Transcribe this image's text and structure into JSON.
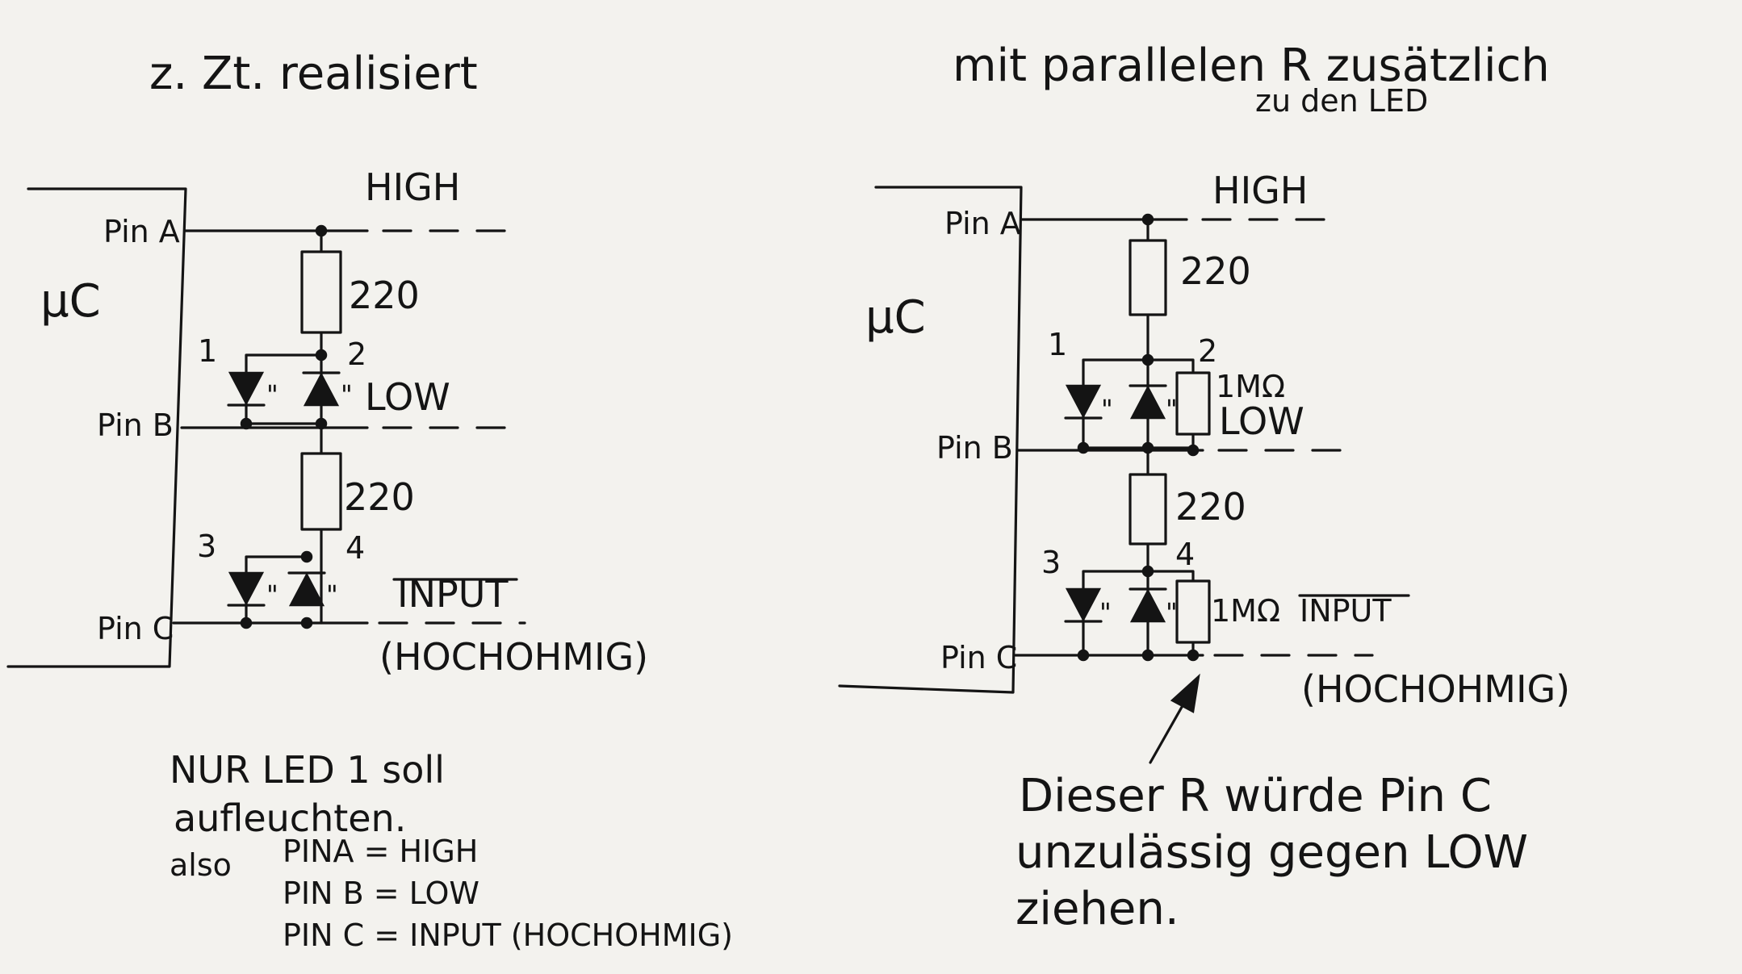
{
  "left": {
    "title": "z. Zt. realisiert",
    "mcu": "μC",
    "pins": [
      "Pin A",
      "Pin B",
      "Pin C"
    ],
    "states": [
      "HIGH",
      "LOW",
      "INPUT",
      "(HOCHOHMIG)"
    ],
    "resistors": [
      "220",
      "220"
    ],
    "led_numbers": [
      "1",
      "2",
      "3",
      "4"
    ],
    "note_lines": [
      "NUR LED 1 soll",
      "aufleuchten.",
      "also",
      "PINA = HIGH",
      "PIN B = LOW",
      "PIN C = INPUT (HOCHOHMIG)"
    ]
  },
  "right": {
    "title": "mit parallelen R zusätzlich",
    "subtitle": "zu den LED",
    "mcu": "μC",
    "pins": [
      "Pin A",
      "Pin B",
      "Pin C"
    ],
    "states": [
      "HIGH",
      "LOW",
      "INPUT",
      "(HOCHOHMIG)"
    ],
    "resistors": [
      "220",
      "220"
    ],
    "parallel_resistors": [
      "1MΩ",
      "1MΩ"
    ],
    "led_numbers": [
      "1",
      "2",
      "3",
      "4"
    ],
    "note_lines": [
      "Dieser R würde Pin C",
      "unzulässig gegen LOW",
      "ziehen."
    ]
  }
}
